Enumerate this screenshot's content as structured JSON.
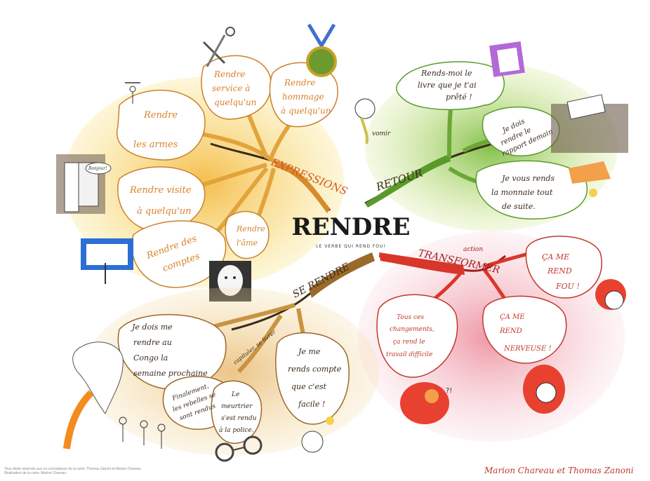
{
  "center": {
    "title": "RENDRE",
    "subtitle": "LE VERBE QUI REND FOU!"
  },
  "branches": {
    "expressions": {
      "label": "EXPRESSIONS",
      "bubbles": [
        [
          "Rendre",
          "les armes"
        ],
        [
          "Rendre",
          "service à",
          "quelqu'un"
        ],
        [
          "Rendre",
          "hommage",
          "à quelqu'un"
        ],
        [
          "Rendre visite",
          "à quelqu'un"
        ],
        [
          "Rendre des",
          "comptes"
        ],
        [
          "Rendre",
          "l'âme"
        ]
      ],
      "doodle_text": "Bonjour!"
    },
    "retour": {
      "label": "RETOUR",
      "bubbles": [
        [
          "Rends-moi le",
          "livre que je t'ai",
          "prêté !"
        ],
        [
          "Je dois",
          "rendre le",
          "rapport demain"
        ],
        [
          "Je vous rends",
          "la monnaie tout",
          "de suite."
        ]
      ],
      "small_label": "vomir"
    },
    "transformer": {
      "label": "TRANSFORMER",
      "small_label": "action",
      "bubbles": [
        [
          "ÇA ME",
          "REND",
          "FOU !"
        ],
        [
          "ÇA ME",
          "REND",
          "NERVEUSE !"
        ],
        [
          "Tous ces",
          "changements,",
          "ça rend le",
          "travail difficile"
        ]
      ]
    },
    "serendre": {
      "label": "SE RENDRE",
      "small_label": "capituler, se livrer",
      "bubbles": [
        [
          "Je dois me",
          "rendre au",
          "Congo la",
          "semaine prochaine"
        ],
        [
          "Finalement,",
          "les rebelles se",
          "sont rendus"
        ],
        [
          "Le",
          "meurtrier",
          "s'est rendu",
          "à la police."
        ],
        [
          "Je me",
          "rends compte",
          "que c'est",
          "facile !"
        ]
      ]
    }
  },
  "footer": {
    "line1": "Tous droits réservés aux co-concepteurs de la carte: Thomas Zanoni et Marion Chareau",
    "line2": "Réalisation de la carte: Marion Chareau"
  },
  "signature": "Marion Chareau et Thomas Zanoni",
  "colors": {
    "expressions": "#f2c84b",
    "retour": "#8cc63f",
    "transformer": "#d9362b",
    "serendre": "#c9933f",
    "ink": "#3a2a1a",
    "bubble_text_exp": "#d9822b",
    "bubble_text_red": "#c0392b"
  }
}
